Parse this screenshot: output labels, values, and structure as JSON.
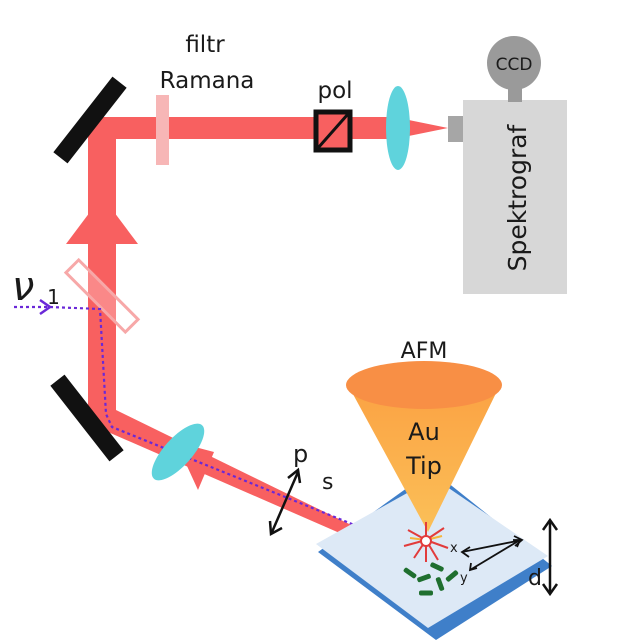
{
  "labels": {
    "filter_line1": "filtr",
    "filter_line2": "Ramana",
    "polarizer": "pol",
    "ccd": "CCD",
    "spectrograph": "Spektrograf",
    "afm": "AFM",
    "tip_line1": "Au",
    "tip_line2": "Tip",
    "input_beam": "ν",
    "input_beam_sub": "1",
    "pol_p": "p",
    "pol_s": "s",
    "axis_x": "x",
    "axis_y": "y",
    "distance": "d"
  },
  "colors": {
    "laser_beam": "#f86060",
    "filter": "#f7b6b6",
    "lens": "#5fd3dc",
    "mirror": "#111111",
    "spectrograph_body": "#d7d7d7",
    "ccd_head": "#9a9a9a",
    "afm_cone": "#fbb64d",
    "afm_top": "#f88f45",
    "sample_top": "#dde9f6",
    "sample_edge": "#3f7fc9",
    "input_dotted": "#6a28d8",
    "molecules": "#1f6f2f"
  }
}
